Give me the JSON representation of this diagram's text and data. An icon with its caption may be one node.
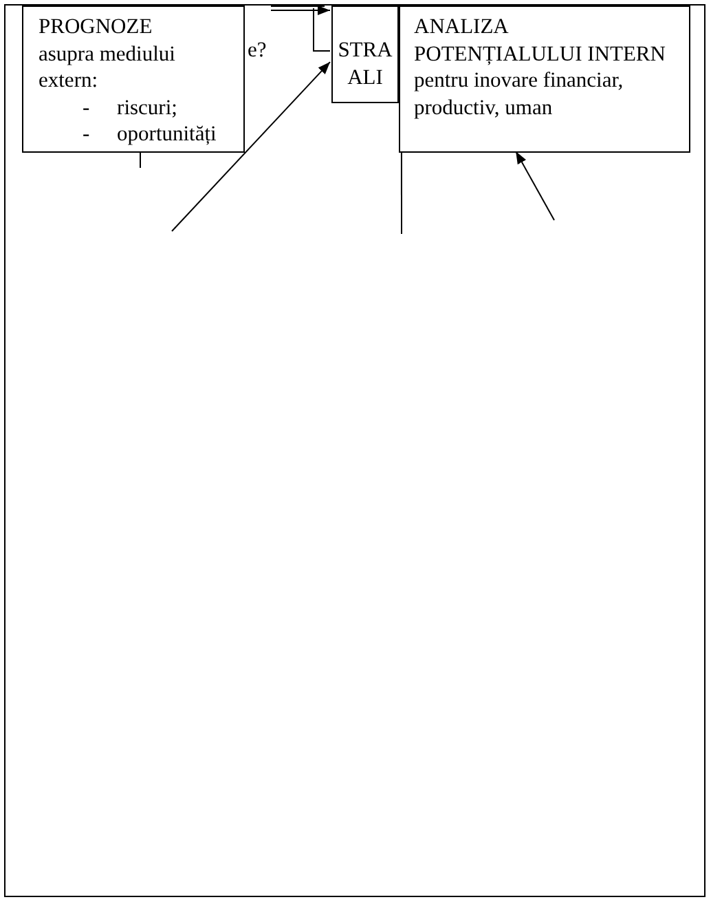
{
  "diagram": {
    "nodes": [
      {
        "text": [],
        "shape": "box"
      },
      {
        "text": [
          "PROGNOZE",
          "asupra mediului extern:",
          "- riscuri;",
          "- oportunități"
        ],
        "in": 0
      },
      {
        "text": [
          "STRA ALI"
        ],
        "in": 0
      },
      {
        "text": [
          "ANALIZA POTENȚIALULUI INTERN",
          "pentru inovare financiar, productiv, uman"
        ],
        "in": 0
      }
    ],
    "edges": [
      {
        "from": null,
        "to": 2,
        "arrow": "to"
      },
      {
        "from": null,
        "to": 2,
        "arrow": "none"
      },
      {
        "from": null,
        "to": 2,
        "arrow": "to"
      },
      {
        "from": null,
        "to": 3,
        "arrow": "to"
      },
      {
        "from": 1,
        "to": null,
        "arrow": "none"
      },
      {
        "from": 3,
        "to": null,
        "arrow": "none"
      }
    ],
    "labels": [
      "e?"
    ]
  }
}
